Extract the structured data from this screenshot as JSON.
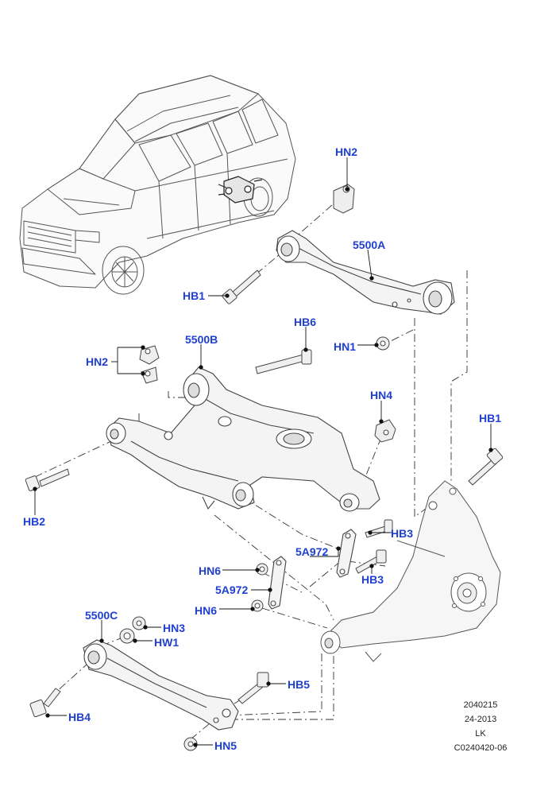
{
  "callouts": {
    "hn2_top": "HN2",
    "a5500A": "5500A",
    "hb1_left": "HB1",
    "hb6": "HB6",
    "a5500B": "5500B",
    "hn1": "HN1",
    "hn2_left": "HN2",
    "hn4": "HN4",
    "hb1_right": "HB1",
    "hb2": "HB2",
    "hb3_top": "HB3",
    "a5A972_top": "5A972",
    "hn6_top": "HN6",
    "a5A972_bottom": "5A972",
    "hb3_bottom": "HB3",
    "hn6_bottom": "HN6",
    "a5500C": "5500C",
    "hn3": "HN3",
    "hw1": "HW1",
    "hb5": "HB5",
    "hb4": "HB4",
    "hn5": "HN5"
  },
  "footer": {
    "line1": "2040215",
    "line2": "24-2013",
    "line3": "LK",
    "line4": "C0240420-06"
  },
  "colors": {
    "callout_text": "#1f3fd1",
    "line_art": "#444444",
    "marker": "#111111"
  }
}
